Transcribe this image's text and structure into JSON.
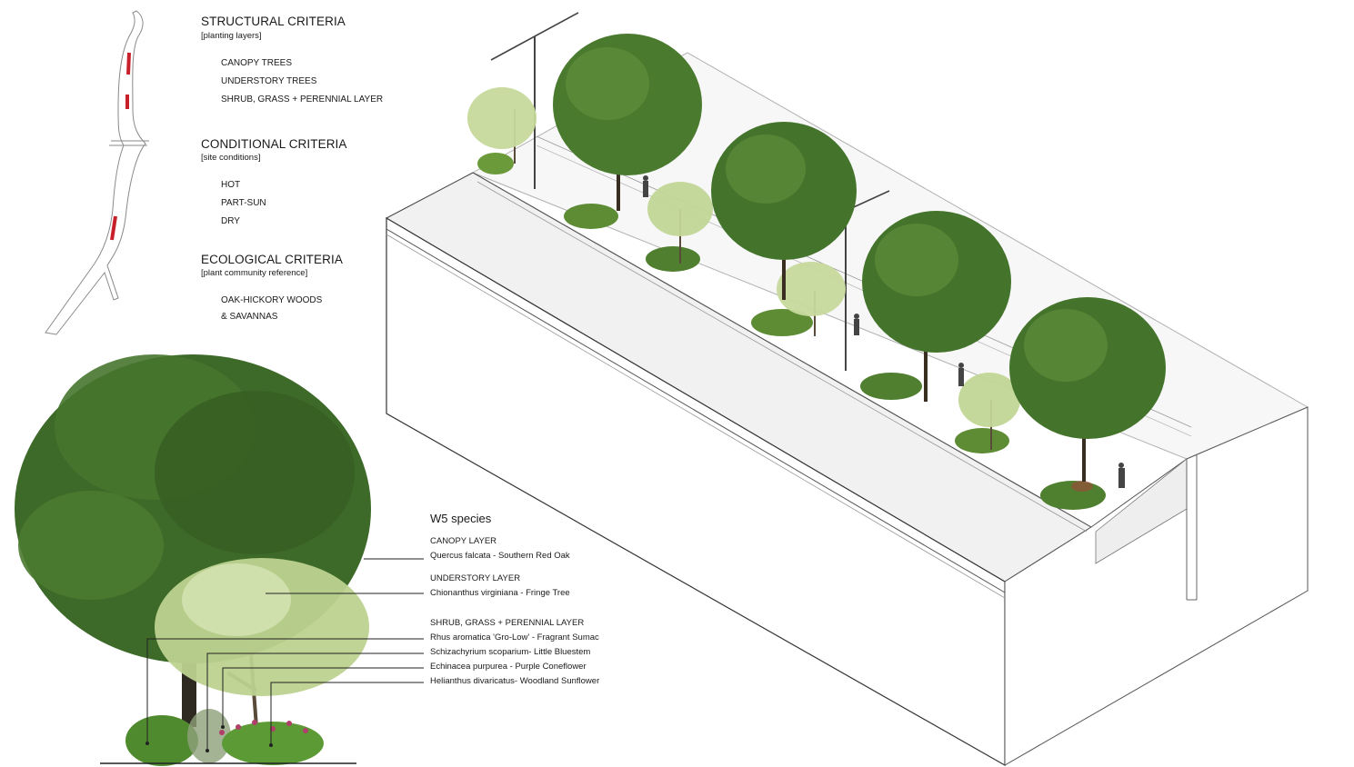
{
  "criteria": {
    "structural": {
      "title": "STRUCTURAL CRITERIA",
      "subtitle": "[planting layers]",
      "items": [
        "CANOPY TREES",
        "UNDERSTORY TREES",
        "SHRUB, GRASS + PERENNIAL LAYER"
      ]
    },
    "conditional": {
      "title": "CONDITIONAL CRITERIA",
      "subtitle": "[site conditions]",
      "items": [
        "HOT",
        "PART-SUN",
        "DRY"
      ]
    },
    "ecological": {
      "title": "ECOLOGICAL CRITERIA",
      "subtitle": "[plant community reference]",
      "items": [
        "OAK-HICKORY WOODS",
        "& SAVANNAS"
      ]
    }
  },
  "species": {
    "title": "W5 species",
    "canopy": {
      "heading": "CANOPY LAYER",
      "entries": [
        "Quercus falcata  - Southern Red Oak"
      ]
    },
    "understory": {
      "heading": "UNDERSTORY LAYER",
      "entries": [
        "Chionanthus virginiana - Fringe Tree"
      ]
    },
    "shrub": {
      "heading": "SHRUB, GRASS + PERENNIAL LAYER",
      "entries": [
        "Rhus aromatica 'Gro-Low' - Fragrant Sumac",
        "Schizachyrium scoparium- Little Bluestem",
        "Echinacea purpurea - Purple Coneflower",
        "Helianthus divaricatus- Woodland Sunflower"
      ]
    }
  },
  "colors": {
    "highlight_red": "#c8202a",
    "canopy_dark": "#3f6a2a",
    "canopy_mid": "#5b8a3a",
    "understory_light": "#b9cf8a",
    "line": "#222222"
  }
}
